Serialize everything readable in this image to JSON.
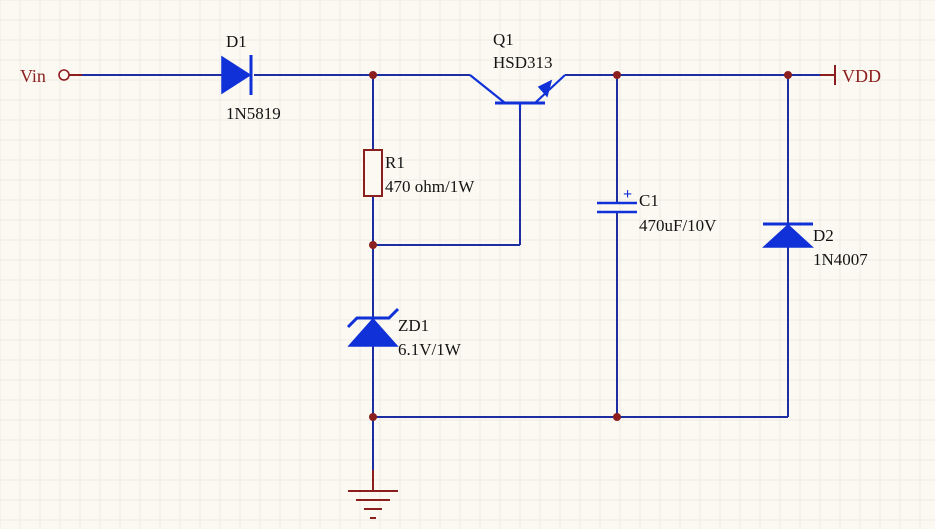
{
  "ports": {
    "vin": {
      "label": "Vin"
    },
    "vdd": {
      "label": "VDD"
    }
  },
  "components": {
    "d1": {
      "designator": "D1",
      "value": "1N5819"
    },
    "q1": {
      "designator": "Q1",
      "value": "HSD313"
    },
    "r1": {
      "designator": "R1",
      "value": "470 ohm/1W"
    },
    "c1": {
      "designator": "C1",
      "value": "470uF/10V",
      "polarity_mark": "+"
    },
    "d2": {
      "designator": "D2",
      "value": "1N4007"
    },
    "zd1": {
      "designator": "ZD1",
      "value": "6.1V/1W"
    }
  },
  "colors": {
    "background": "#fbf9f2",
    "wire": "#1c2ea0",
    "component_body": "#1030d8",
    "pin_and_junction": "#8b1e1e",
    "port_label": "#8b1e1e",
    "component_label": "#141414"
  }
}
